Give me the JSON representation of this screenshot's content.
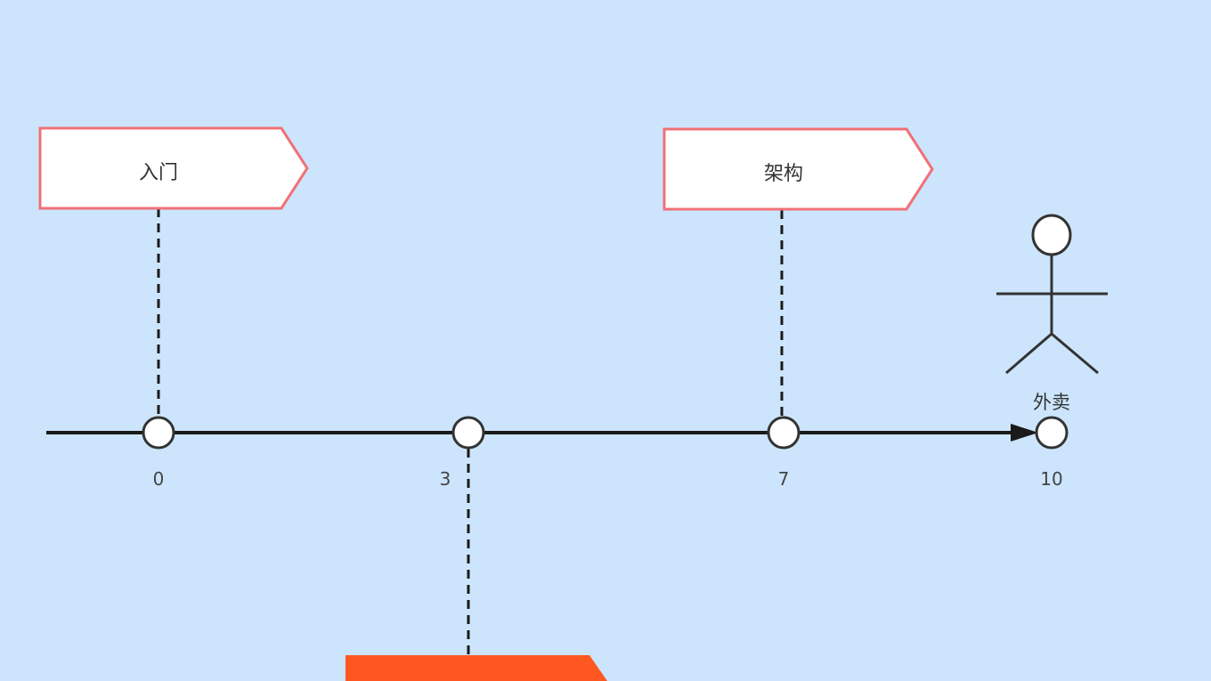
{
  "milestones": [
    {
      "value": "0",
      "label": "入门"
    },
    {
      "value": "3",
      "label": ""
    },
    {
      "value": "7",
      "label": "架构"
    },
    {
      "value": "10",
      "label": "外卖"
    }
  ],
  "colors": {
    "background": "#cce5fc",
    "flag_border": "#f07178",
    "flag_fill": "#ffffff",
    "orange_flag": "#ff5722",
    "line": "#1a1a1a"
  }
}
